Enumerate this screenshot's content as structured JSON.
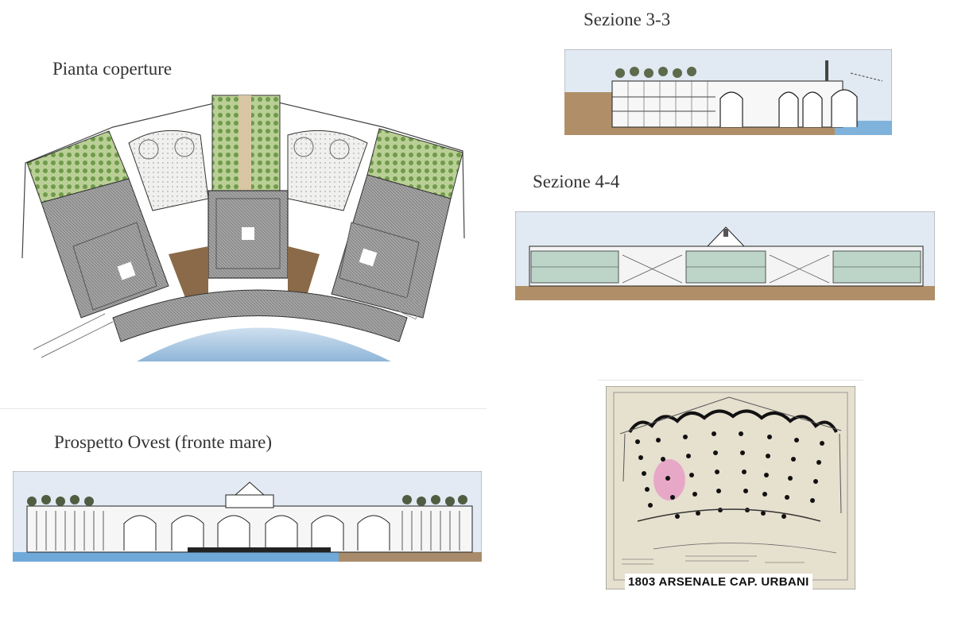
{
  "labels": {
    "pianta": "Pianta coperture",
    "sezione33": "Sezione 3-3",
    "sezione44": "Sezione 4-4",
    "prospetto": "Prospetto Ovest (fronte mare)",
    "historic_caption": "1803 ARSENALE CAP. URBANI"
  },
  "colors": {
    "sky": "#dfe8f2",
    "ground": "#a88b6a",
    "water": "#9cc3e0",
    "roof_gray": "#9a9a9a",
    "green": "#7fae5a",
    "paper": "#e9e4d3",
    "ink": "#1a1a1a"
  },
  "icons": {
    "tree": "tree-icon",
    "column": "column-dot-icon"
  }
}
